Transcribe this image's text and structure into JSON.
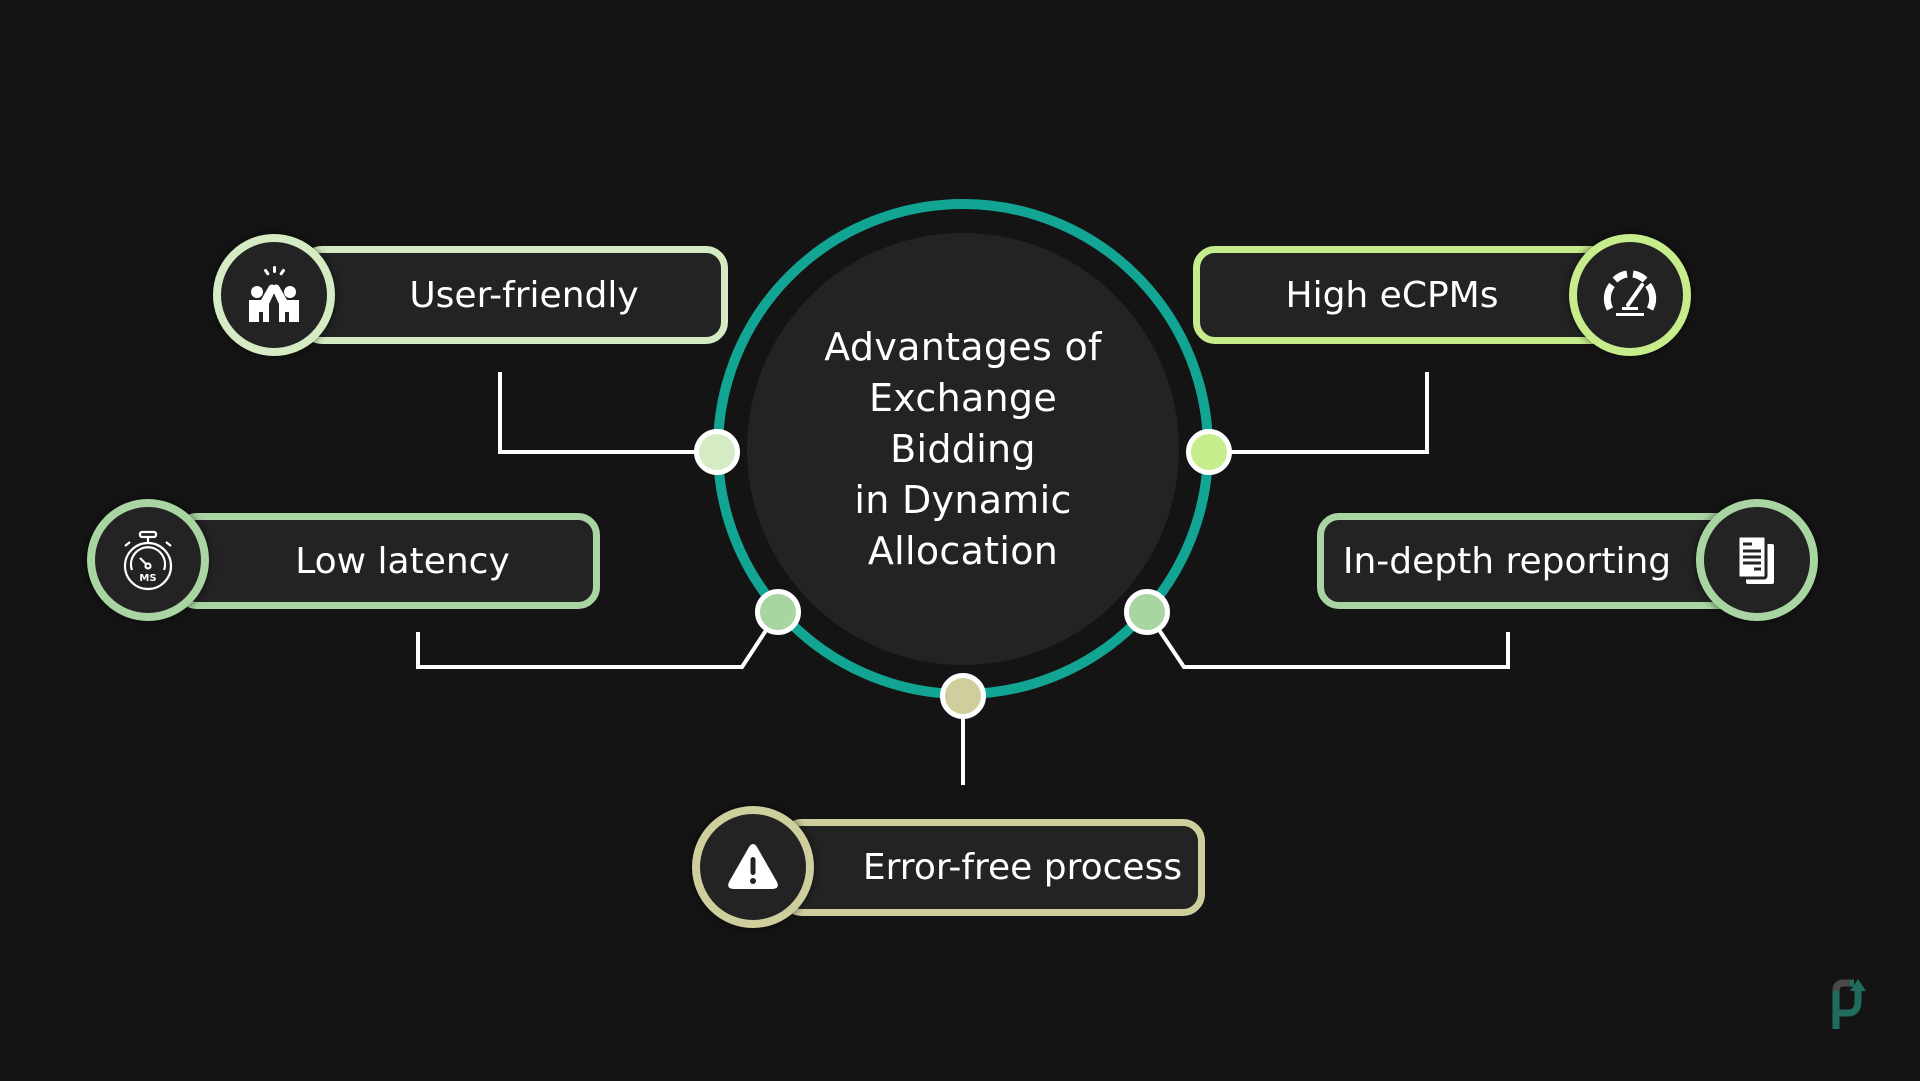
{
  "center": {
    "title": "Advantages of\nExchange\nBidding\nin Dynamic\nAllocation"
  },
  "colors": {
    "background": "#141414",
    "ring": "#12a594",
    "core": "#232323",
    "connector": "#ffffff"
  },
  "items": [
    {
      "label": "User-friendly",
      "icon": "high-five-icon",
      "color": "#d4ebc3"
    },
    {
      "label": "High eCPMs",
      "icon": "speedometer-icon",
      "color": "#c6ec8c"
    },
    {
      "label": "Low latency",
      "icon": "stopwatch-ms-icon",
      "color": "#a9d5a2"
    },
    {
      "label": "In-depth reporting",
      "icon": "report-documents-icon",
      "color": "#a9d5a2"
    },
    {
      "label": "Error-free process",
      "icon": "warning-icon",
      "color": "#cfcf9e"
    }
  ],
  "logo": {
    "icon": "brand-logo-icon"
  }
}
